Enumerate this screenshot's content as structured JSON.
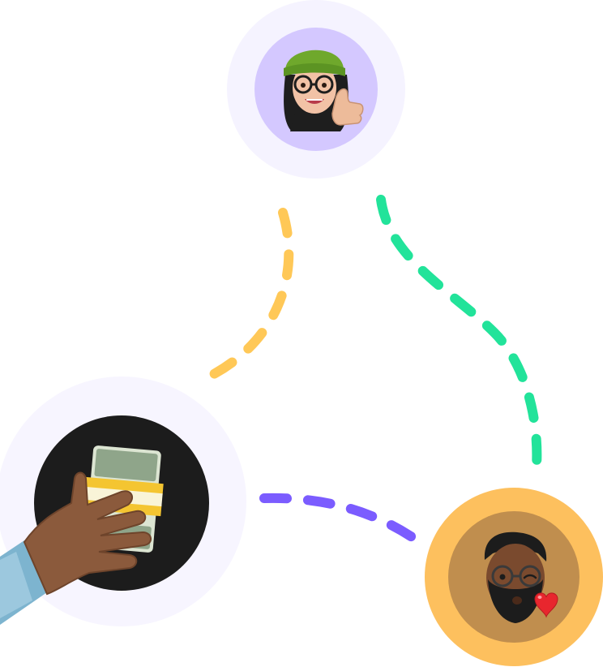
{
  "nodes": {
    "top": {
      "label": "",
      "icon": "woman-thumbs-up-avatar-icon",
      "halo_color": "#F5F3FF",
      "fill_color": "#D4C8FF"
    },
    "left": {
      "label": "",
      "icon": "hand-holding-cash-icon",
      "halo_color": "#F7F5FF",
      "fill_color": "#1C1C1C"
    },
    "right": {
      "label": "",
      "icon": "man-wink-kiss-avatar-icon",
      "halo_color": "#FDC05E",
      "fill_color": "#C08E4E"
    }
  },
  "connectors": {
    "top_left": {
      "color": "#FFC857",
      "style": "dashed"
    },
    "top_right": {
      "color": "#22E39A",
      "style": "dashed"
    },
    "left_right": {
      "color": "#7B5CFF",
      "style": "dashed"
    }
  }
}
